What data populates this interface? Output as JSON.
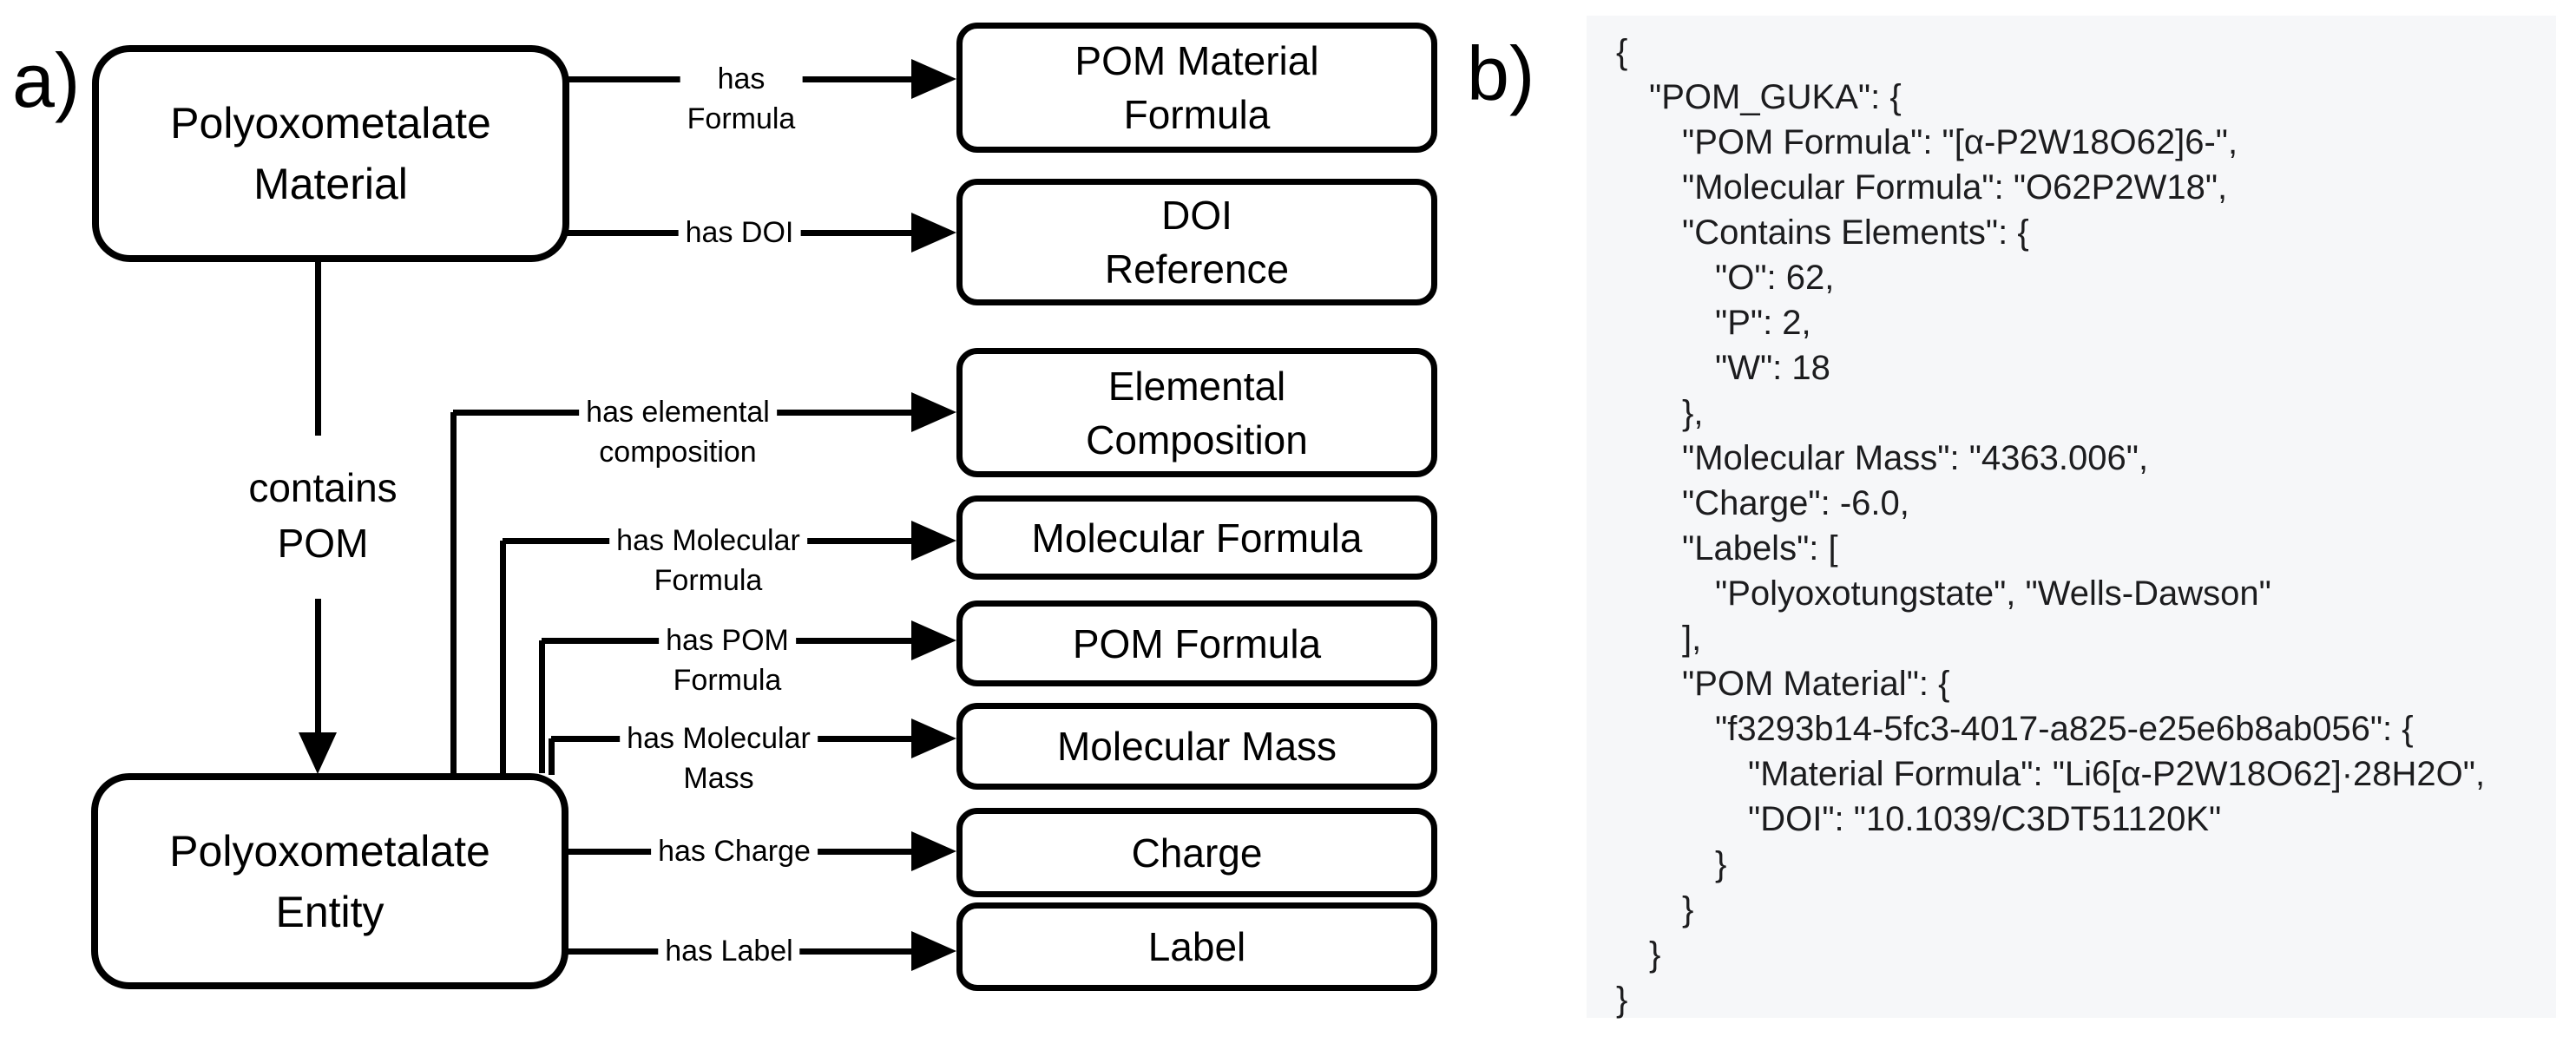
{
  "figure": {
    "panel_a_label": "a)",
    "panel_b_label": "b)"
  },
  "diagram": {
    "nodes": {
      "material": "Polyoxometalate\nMaterial",
      "entity": "Polyoxometalate\nEntity",
      "pom_material_formula": "POM Material\nFormula",
      "doi_reference": "DOI\nReference",
      "elemental_composition": "Elemental\nComposition",
      "molecular_formula": "Molecular Formula",
      "pom_formula": "POM Formula",
      "molecular_mass": "Molecular Mass",
      "charge": "Charge",
      "label": "Label"
    },
    "edges": {
      "has_formula": "has\nFormula",
      "has_doi": "has DOI",
      "contains_pom": "contains\nPOM",
      "has_elemental_composition": "has elemental\ncomposition",
      "has_molecular_formula": "has Molecular\nFormula",
      "has_pom_formula": "has POM\nFormula",
      "has_molecular_mass": "has Molecular\nMass",
      "has_charge": "has Charge",
      "has_label": "has Label"
    },
    "line_color": "#000000",
    "node_fill": "#ffffff"
  },
  "json_panel": {
    "background": "#f6f7f9",
    "text_color": "#1c1c1e",
    "lines": [
      {
        "indent": 0,
        "text": "{"
      },
      {
        "indent": 1,
        "text": "\"POM_GUKA\": {"
      },
      {
        "indent": 2,
        "text": "\"POM Formula\": \"[α-P2W18O62]6-\","
      },
      {
        "indent": 2,
        "text": "\"Molecular Formula\": \"O62P2W18\","
      },
      {
        "indent": 2,
        "text": "\"Contains Elements\": {"
      },
      {
        "indent": 3,
        "text": "\"O\": 62,"
      },
      {
        "indent": 3,
        "text": "\"P\": 2,"
      },
      {
        "indent": 3,
        "text": "\"W\": 18"
      },
      {
        "indent": 2,
        "text": "},"
      },
      {
        "indent": 2,
        "text": "\"Molecular Mass\": \"4363.006\","
      },
      {
        "indent": 2,
        "text": "\"Charge\": -6.0,"
      },
      {
        "indent": 2,
        "text": "\"Labels\": ["
      },
      {
        "indent": 3,
        "text": "\"Polyoxotungstate\", \"Wells-Dawson\""
      },
      {
        "indent": 2,
        "text": "],"
      },
      {
        "indent": 2,
        "text": "\"POM Material\": {"
      },
      {
        "indent": 3,
        "text": "\"f3293b14-5fc3-4017-a825-e25e6b8ab056\": {"
      },
      {
        "indent": 4,
        "text": "\"Material Formula\": \"Li6[α-P2W18O62]·28H2O\","
      },
      {
        "indent": 4,
        "text": "\"DOI\": \"10.1039/C3DT51120K\""
      },
      {
        "indent": 3,
        "text": "}"
      },
      {
        "indent": 2,
        "text": "}"
      },
      {
        "indent": 1,
        "text": "}"
      },
      {
        "indent": 0,
        "text": "}"
      }
    ]
  }
}
